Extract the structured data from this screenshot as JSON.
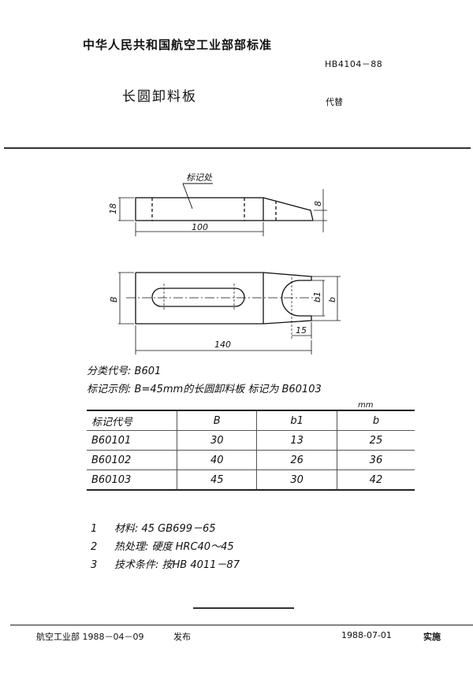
{
  "header": {
    "organization": "中华人民共和国航空工业部部标准",
    "standard_code": "HB4104－88",
    "title": "长圆卸料板",
    "replaces_label": "代替"
  },
  "drawing": {
    "side_view": {
      "marking_label": "标记处",
      "dim_height": "18",
      "dim_length": "100",
      "dim_tip": "8"
    },
    "top_view": {
      "dim_width": "B",
      "dim_b1": "b1",
      "dim_b": "b",
      "dim_15": "15",
      "dim_length": "140"
    }
  },
  "classification": {
    "label": "分类代号:",
    "value": "B601"
  },
  "marking_example": {
    "label": "标记示例:",
    "text": "B=45mm的长圆卸料板 标记为 B60103"
  },
  "table": {
    "unit": "mm",
    "headers": [
      "标记代号",
      "B",
      "b1",
      "b"
    ],
    "rows": [
      [
        "B60101",
        "30",
        "13",
        "25"
      ],
      [
        "B60102",
        "40",
        "26",
        "36"
      ],
      [
        "B60103",
        "45",
        "30",
        "42"
      ]
    ]
  },
  "notes": [
    {
      "num": "1",
      "text": "材料: 45   GB699－65"
    },
    {
      "num": "2",
      "text": "热处理: 硬度 HRC40～45"
    },
    {
      "num": "3",
      "text": "技术条件: 按HB 4011－87"
    }
  ],
  "footer": {
    "issuer": "航空工业部 1988－04－09",
    "issued_label": "发布",
    "effective_date": "1988-07-01",
    "effective_label": "实施"
  }
}
